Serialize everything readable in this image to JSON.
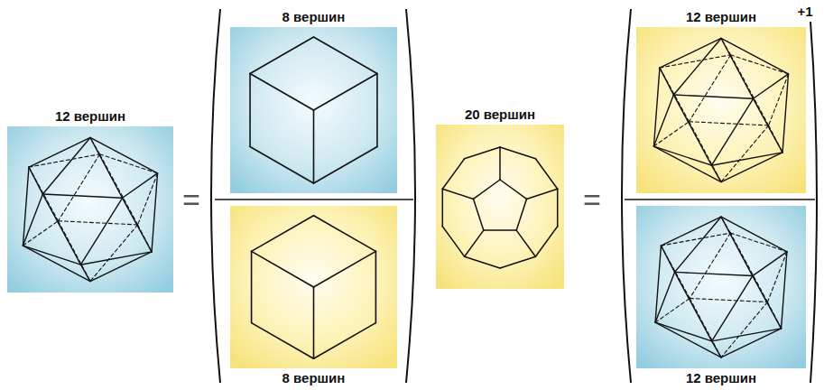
{
  "diagram": {
    "nodes": [
      {
        "text": [
          "12 вершин"
        ]
      },
      {
        "text": [
          "8 вершин"
        ]
      },
      {
        "text": [
          "8 вершин"
        ]
      },
      {
        "text": [
          "20 вершин"
        ]
      },
      {
        "text": [
          "12 вершин"
        ]
      },
      {
        "text": [
          "12 вершин"
        ]
      }
    ],
    "labels": [
      "=",
      "=",
      "+1"
    ]
  }
}
